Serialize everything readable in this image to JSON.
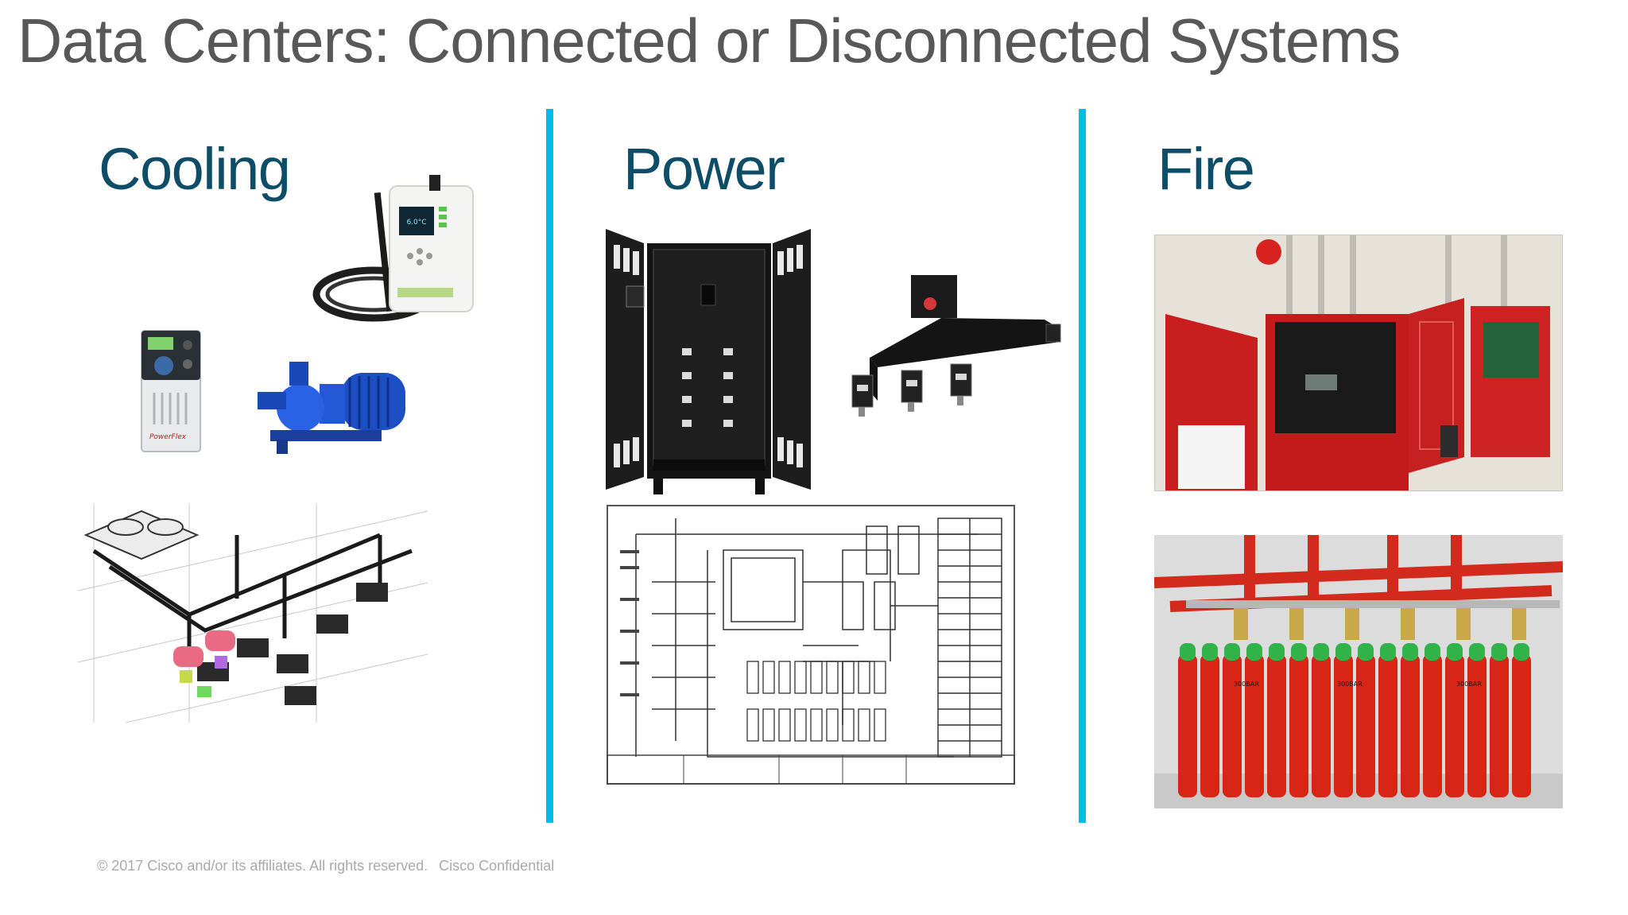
{
  "slide": {
    "title": "Data Centers: Connected or Disconnected Systems",
    "accent_color": "#00bceb",
    "heading_color": "#0d4d67",
    "title_color": "#58585a"
  },
  "columns": [
    {
      "heading": "Cooling",
      "images": [
        "temperature-sensor-icon",
        "variable-frequency-drive-icon",
        "water-pump-icon",
        "cooling-piping-diagram-icon"
      ],
      "device_labels": {
        "sensor_reading": "6.0°C",
        "drive_brand": "PowerFlex"
      }
    },
    {
      "heading": "Power",
      "images": [
        "power-distribution-cabinet-icon",
        "busway-tap-box-icon",
        "electrical-schematic-icon"
      ]
    },
    {
      "heading": "Fire",
      "images": [
        "fire-alarm-panel-icon",
        "fire-suppression-cylinders-icon"
      ],
      "cylinder_label": "300BAR"
    }
  ],
  "footer": {
    "copyright": "© 2017  Cisco and/or its affiliates. All rights reserved.",
    "confidential": "Cisco Confidential"
  }
}
